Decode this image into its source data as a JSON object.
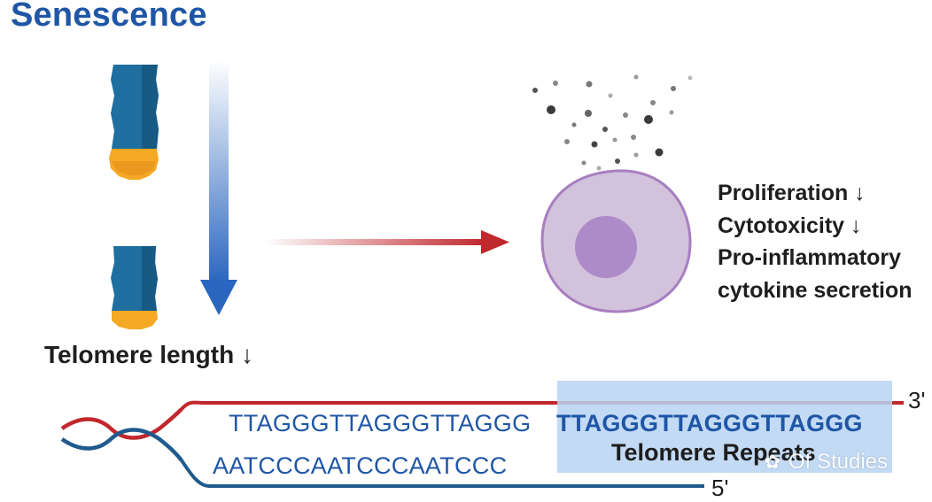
{
  "title": "Senescence",
  "telomere_label": "Telomere length ↓",
  "effects": [
    "Proliferation ↓",
    "Cytotoxicity ↓",
    "Pro-inflammatory",
    "cytokine secretion"
  ],
  "sequences": {
    "top_plain": "TTAGGGTTAGGGTTAGGG",
    "top_bold": "TTAGGGTTAGGGTTAGGG",
    "bottom": "AATCCCAATCCCAATCCC"
  },
  "repeat_label": "Telomere Repeats",
  "ends": {
    "three_prime": "3'",
    "five_prime": "5'"
  },
  "watermark": "Of Studies",
  "colors": {
    "title": "#1f56a6",
    "strand_top": "#c0282d",
    "strand_bottom": "#1f5a8c",
    "highlight": "#b9d3f3",
    "chromosome": "#1f6fa0",
    "telomere_cap": "#f5a823",
    "cell_body": "#d2c2dc",
    "cell_border": "#a77fc0",
    "nucleus": "#ad8ac8"
  },
  "icons": [
    "chromosome-long-icon",
    "chromosome-short-icon",
    "senescent-cell-icon",
    "cytokine-particles-icon",
    "watermark-chat-icon"
  ]
}
